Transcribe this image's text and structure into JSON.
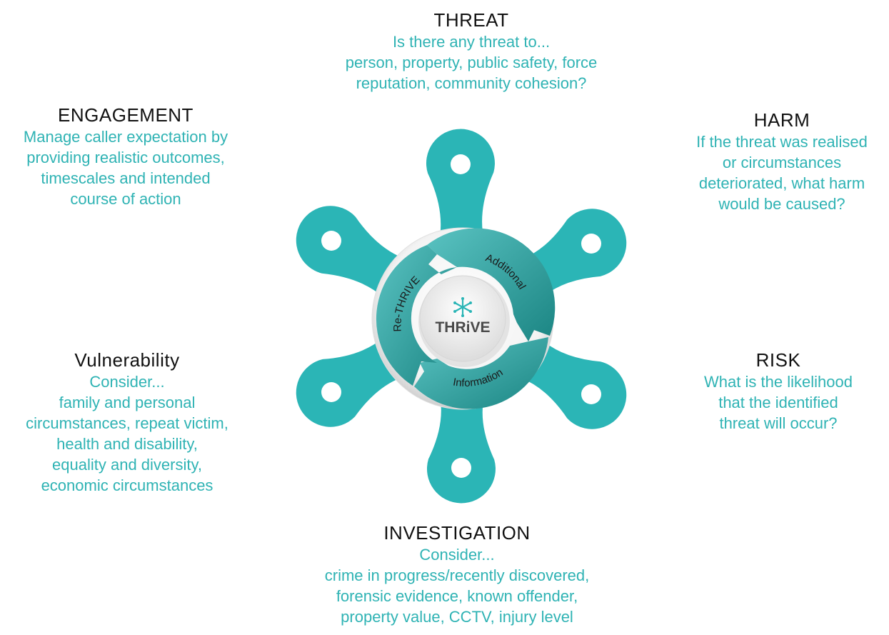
{
  "colors": {
    "teal": "#2bb5b6",
    "text_teal": "#2fb3b4",
    "arrow_dark": "#1d8a88",
    "heading": "#111111"
  },
  "sections": {
    "threat": {
      "title": "THREAT",
      "lines": [
        "Is there any threat to...",
        "person, property, public safety, force",
        "reputation, community cohesion?"
      ]
    },
    "harm": {
      "title": "HARM",
      "lines": [
        "If the threat was realised",
        "or circumstances",
        "deteriorated, what harm",
        "would be caused?"
      ]
    },
    "risk": {
      "title": "RISK",
      "lines": [
        "What is the likelihood",
        "that the identified",
        "threat will occur?"
      ]
    },
    "investigation": {
      "title": "INVESTIGATION",
      "lines": [
        "Consider...",
        "crime in progress/recently discovered,",
        "forensic evidence, known offender,",
        "property value, CCTV, injury level"
      ]
    },
    "vulnerability": {
      "title": "Vulnerability",
      "lines": [
        "Consider...",
        "family and personal",
        "circumstances, repeat victim,",
        "health and disability,",
        "equality and diversity,",
        "economic circumstances"
      ]
    },
    "engagement": {
      "title": "ENGAGEMENT",
      "lines": [
        "Manage caller expectation by",
        "providing realistic outcomes,",
        "timescales and intended",
        "course of action"
      ]
    }
  },
  "cycle": {
    "labels": [
      "Additional",
      "Information",
      "Re-THRIVE"
    ]
  },
  "logo": {
    "text": "THRiVE"
  }
}
